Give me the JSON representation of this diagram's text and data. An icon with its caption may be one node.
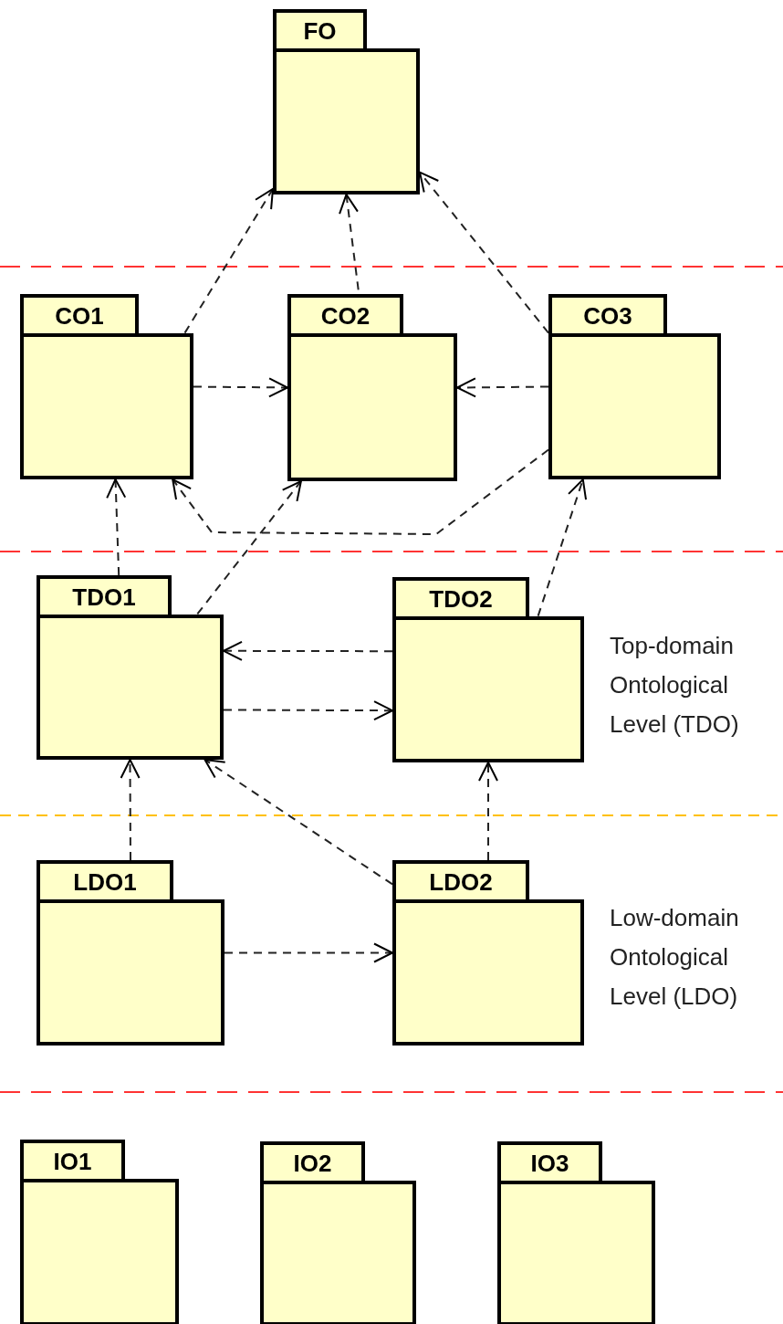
{
  "diagram": {
    "nodes": [
      {
        "text": [
          "FO"
        ]
      },
      {
        "text": [
          "CO1"
        ]
      },
      {
        "text": [
          "CO2"
        ]
      },
      {
        "text": [
          "CO3"
        ]
      },
      {
        "text": [
          "TDO1"
        ]
      },
      {
        "text": [
          "TDO2"
        ]
      },
      {
        "text": [
          "LDO1"
        ]
      },
      {
        "text": [
          "LDO2"
        ]
      },
      {
        "text": [
          "IO1"
        ]
      },
      {
        "text": [
          "IO2"
        ]
      },
      {
        "text": [
          "IO3"
        ]
      }
    ],
    "edges": [
      {
        "from": 1,
        "to": 0,
        "arrow": "to",
        "style": "dashed"
      },
      {
        "from": 2,
        "to": 0,
        "arrow": "to",
        "style": "dashed"
      },
      {
        "from": 3,
        "to": 0,
        "arrow": "to",
        "style": "dashed"
      },
      {
        "from": 1,
        "to": 2,
        "arrow": "to",
        "style": "dashed"
      },
      {
        "from": 3,
        "to": 2,
        "arrow": "to",
        "style": "dashed"
      },
      {
        "from": 3,
        "to": 1,
        "arrow": "to",
        "style": "dashed"
      },
      {
        "from": 4,
        "to": 1,
        "arrow": "to",
        "style": "dashed"
      },
      {
        "from": 4,
        "to": 2,
        "arrow": "to",
        "style": "dashed"
      },
      {
        "from": 5,
        "to": 3,
        "arrow": "to",
        "style": "dashed"
      },
      {
        "from": 5,
        "to": 4,
        "arrow": "to",
        "style": "dashed"
      },
      {
        "from": 4,
        "to": 5,
        "arrow": "to",
        "style": "dashed"
      },
      {
        "from": 6,
        "to": 4,
        "arrow": "to",
        "style": "dashed"
      },
      {
        "from": 7,
        "to": 4,
        "arrow": "to",
        "style": "dashed"
      },
      {
        "from": 7,
        "to": 5,
        "arrow": "to",
        "style": "dashed"
      },
      {
        "from": 6,
        "to": 7,
        "arrow": "to",
        "style": "dashed"
      }
    ],
    "labels": [
      "Top-domain Ontological Level (TDO)",
      "Low-domain Ontological Level (LDO)"
    ]
  }
}
